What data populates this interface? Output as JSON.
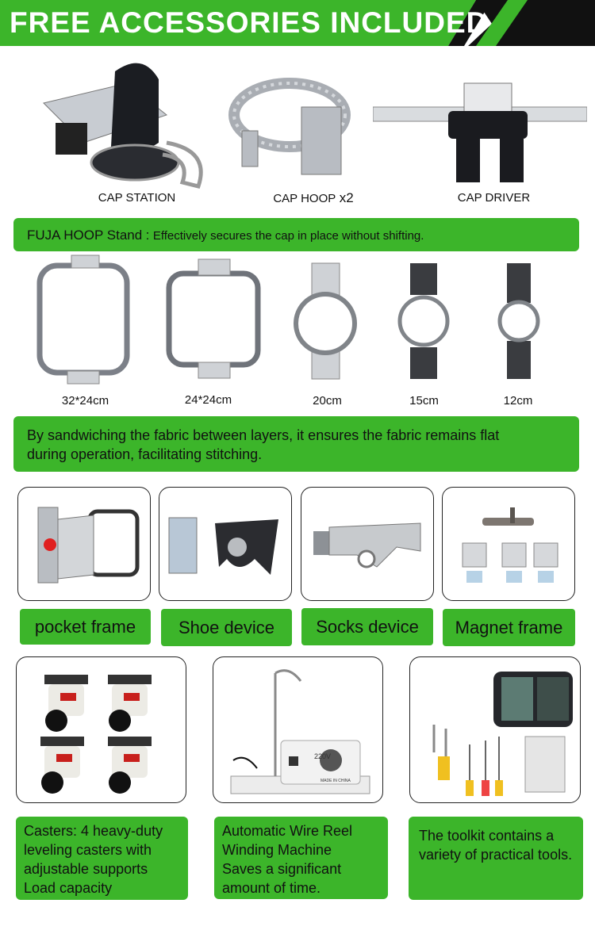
{
  "header": {
    "title": "FREE ACCESSORIES INCLUDED"
  },
  "cap_section": {
    "items": [
      {
        "caption": "CAP STATION"
      },
      {
        "caption": "CAP HOOP",
        "suffix": "x2"
      },
      {
        "caption": "CAP DRIVER"
      }
    ]
  },
  "hoop_stand": {
    "title": "FUJA HOOP Stand",
    "separator": ":",
    "text": "Effectively secures the cap in place without shifting."
  },
  "hoops": [
    {
      "caption": "32*24cm"
    },
    {
      "caption": "24*24cm"
    },
    {
      "caption": "20cm"
    },
    {
      "caption": "15cm"
    },
    {
      "caption": "12cm"
    }
  ],
  "hoop_desc": {
    "line1": "By sandwiching the fabric between layers, it ensures the fabric remains flat",
    "line2": "during operation, facilitating stitching."
  },
  "devices": [
    {
      "label": "pocket frame"
    },
    {
      "label": "Shoe device"
    },
    {
      "label": "Socks device"
    },
    {
      "label": "Magnet frame"
    }
  ],
  "extras": [
    {
      "lines": [
        "Casters: 4 heavy-duty",
        "leveling casters with",
        "adjustable supports",
        "Load capacity"
      ]
    },
    {
      "lines": [
        "Automatic Wire Reel",
        "Winding Machine",
        "Saves a significant",
        "amount of time."
      ]
    },
    {
      "lines": [
        "The toolkit contains a",
        "variety of practical tools."
      ]
    }
  ],
  "winder_labels": {
    "voltage": "220V",
    "made_in": "MADE IN CHINA"
  },
  "colors": {
    "accent_green": "#3cb52a",
    "header_black": "#111111"
  }
}
